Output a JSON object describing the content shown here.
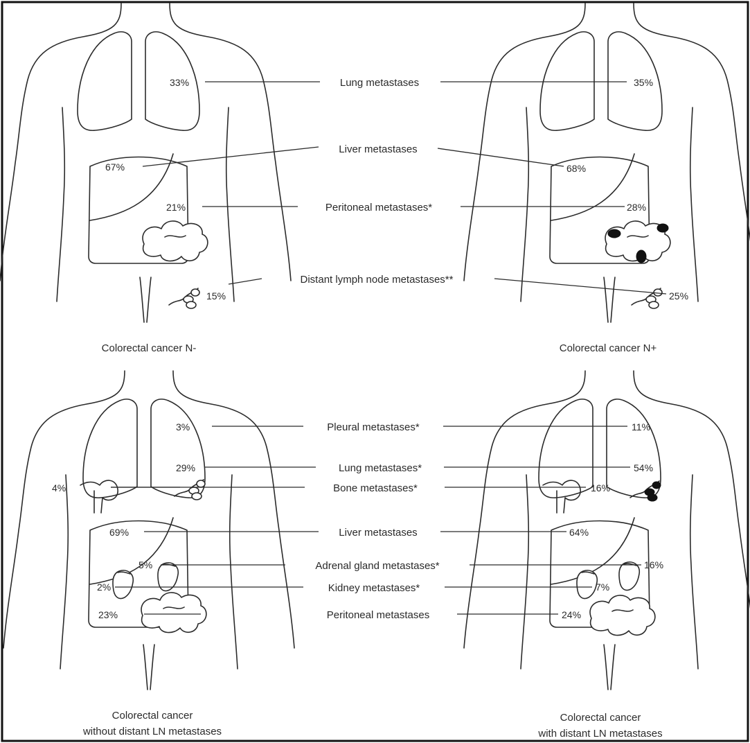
{
  "panels": {
    "top_left": {
      "caption": "Colorectal cancer N-",
      "lung": "33%",
      "liver": "67%",
      "peritoneal": "21%",
      "lymph": "15%"
    },
    "top_right": {
      "caption": "Colorectal cancer N+",
      "lung": "35%",
      "liver": "68%",
      "peritoneal": "28%",
      "lymph": "25%"
    },
    "bottom_left": {
      "caption_line1": "Colorectal cancer",
      "caption_line2": "without distant LN metastases",
      "pleural": "3%",
      "lung": "29%",
      "liver": "69%",
      "adrenal": "5%",
      "kidney": "2%",
      "peritoneal": "23%",
      "bone": "4%"
    },
    "bottom_right": {
      "caption_line1": "Colorectal cancer",
      "caption_line2": "with distant LN metastases",
      "pleural": "11%",
      "lung": "54%",
      "liver": "64%",
      "adrenal": "16%",
      "kidney": "7%",
      "peritoneal": "24%",
      "bone": "16%"
    }
  },
  "labels": {
    "top": {
      "lung": "Lung metastases",
      "liver": "Liver metastases",
      "peritoneal": "Peritoneal metastases*",
      "lymph": "Distant lymph node metastases**"
    },
    "bottom": {
      "pleural": "Pleural metastases*",
      "lung": "Lung metastases*",
      "liver": "Liver metastases",
      "adrenal": "Adrenal gland metastases*",
      "kidney": "Kidney metastases*",
      "peritoneal": "Peritoneal metastases",
      "bone": "Bone metastases*"
    }
  },
  "colors": {
    "line": "#2b2b2b",
    "text": "#2a2a2a",
    "metastasis_fill": "#111111",
    "background": "#ffffff"
  }
}
